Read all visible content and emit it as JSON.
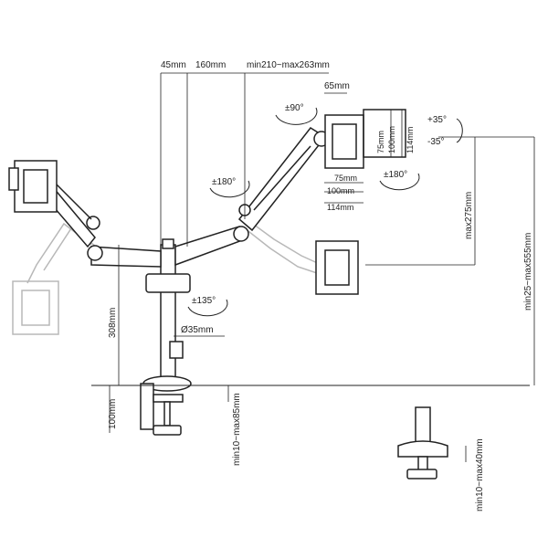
{
  "dims": {
    "offset_45": "45mm",
    "offset_160": "160mm",
    "arm_length": "min210~max263mm",
    "plate_65": "65mm",
    "vesa_75_v": "75mm",
    "vesa_100_v": "100mm",
    "vesa_114_v": "114mm",
    "vesa_75_h": "75mm",
    "vesa_100_h": "100mm",
    "vesa_114_h": "114mm",
    "height_275": "max275mm",
    "height_555": "min25~max555mm",
    "pole_308": "308mm",
    "pole_diameter": "Ø35mm",
    "clamp_100": "100mm",
    "desk_clamp": "min10~max85mm",
    "grommet": "min10~max40mm"
  },
  "rotations": {
    "swivel_90": "±90°",
    "tilt_up": "+35°",
    "tilt_down": "-35°",
    "rotate_180_right": "±180°",
    "rotate_180_arm": "±180°",
    "rotate_135": "±135°"
  },
  "colors": {
    "line": "#222222",
    "ghost": "#b8b8b8",
    "metal": "#d9d9d9"
  }
}
